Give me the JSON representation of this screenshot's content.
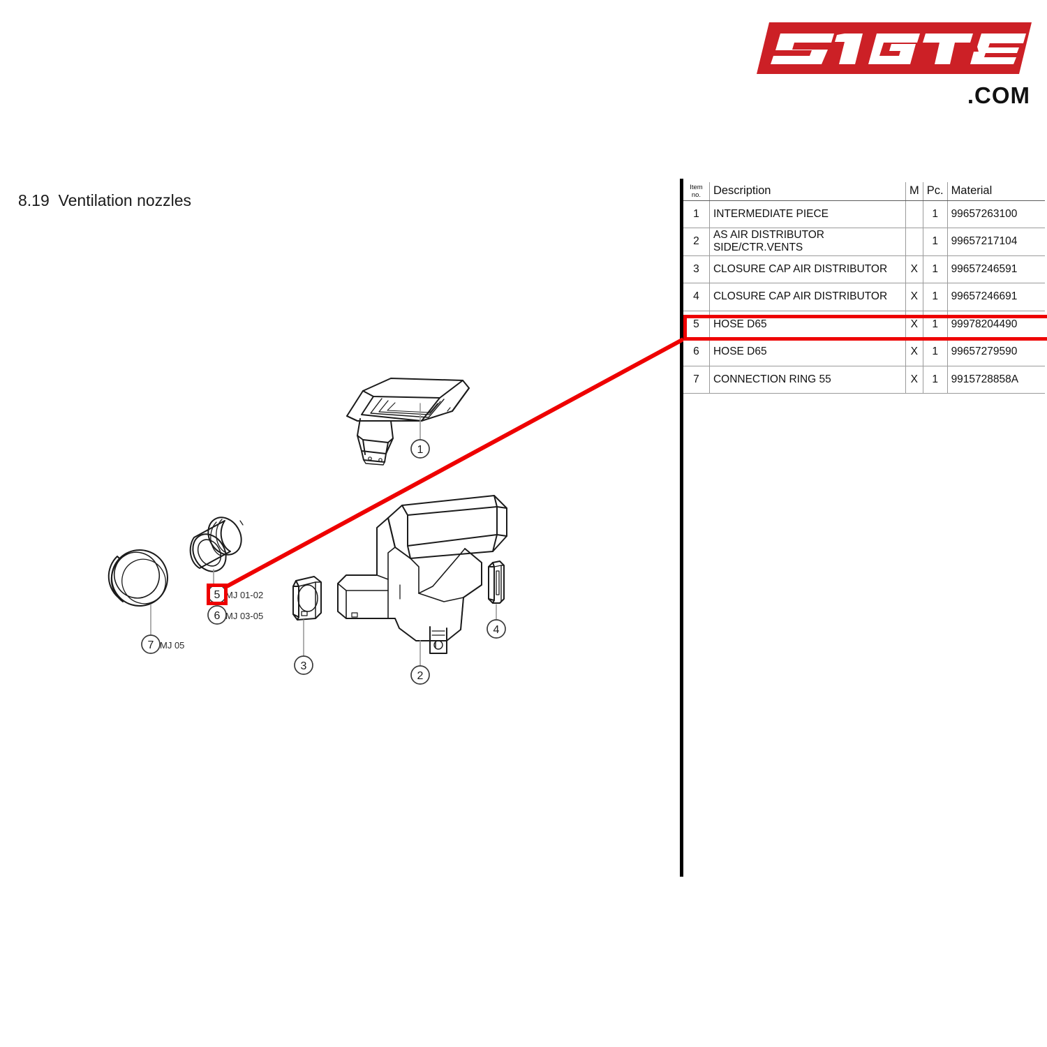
{
  "logo": {
    "wordmark": "51GT3",
    "suffix": ".COM",
    "brand_color": "#cc2026"
  },
  "page_title": "8.19  Ventilation nozzles",
  "table": {
    "headers": {
      "item_no": "Item no.",
      "description": "Description",
      "m": "M",
      "pc": "Pc.",
      "material": "Material"
    },
    "highlight_color": "#ee0000",
    "highlighted_row_item": "5",
    "rows": [
      {
        "item": "1",
        "description": "INTERMEDIATE PIECE",
        "m": "",
        "pc": "1",
        "material": "99657263100"
      },
      {
        "item": "2",
        "description": "AS AIR DISTRIBUTOR SIDE/CTR.VENTS",
        "m": "",
        "pc": "1",
        "material": "99657217104"
      },
      {
        "item": "3",
        "description": "CLOSURE CAP AIR DISTRIBUTOR",
        "m": "X",
        "pc": "1",
        "material": "99657246591"
      },
      {
        "item": "4",
        "description": "CLOSURE CAP AIR DISTRIBUTOR",
        "m": "X",
        "pc": "1",
        "material": "99657246691"
      },
      {
        "item": "5",
        "description": "HOSE D65",
        "m": "X",
        "pc": "1",
        "material": "99978204490"
      },
      {
        "item": "6",
        "description": "HOSE D65",
        "m": "X",
        "pc": "1",
        "material": "99657279590"
      },
      {
        "item": "7",
        "description": "CONNECTION RING 55",
        "m": "X",
        "pc": "1",
        "material": "9915728858A"
      }
    ]
  },
  "diagram": {
    "callouts": [
      {
        "number": "1",
        "note": ""
      },
      {
        "number": "2",
        "note": ""
      },
      {
        "number": "3",
        "note": ""
      },
      {
        "number": "4",
        "note": ""
      },
      {
        "number": "5",
        "note": "MJ 01-02"
      },
      {
        "number": "6",
        "note": "MJ 03-05"
      },
      {
        "number": "7",
        "note": "MJ 05"
      }
    ],
    "notes": {
      "c5": "MJ 01-02",
      "c6": "MJ 03-05",
      "c7": "MJ 05"
    }
  }
}
